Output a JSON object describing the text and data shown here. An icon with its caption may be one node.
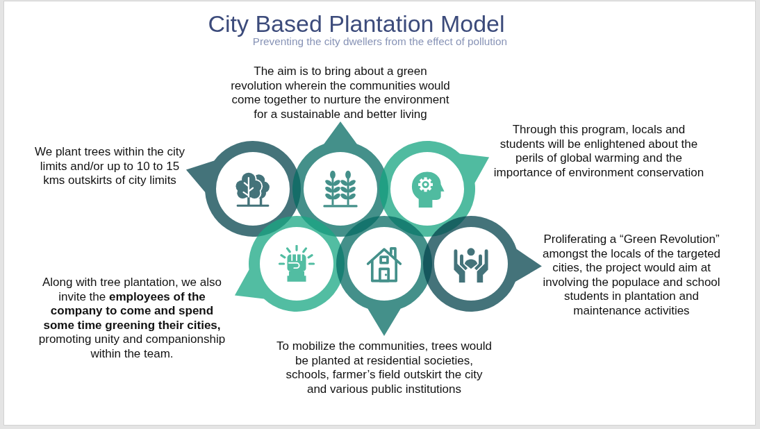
{
  "diagram": {
    "title": "City Based Plantation Model",
    "nodes": [
      {
        "text": [],
        "shape": "circle",
        "beside": [
          "We plant trees within the city limits and/or up to 10 to 15 kms outskirts of city limits"
        ]
      },
      {
        "text": [],
        "shape": "circle",
        "beside": [
          "The aim is to bring about a green revolution wherein the communities would come together to nurture the environment for a sustainable and better living"
        ]
      },
      {
        "text": [],
        "shape": "circle",
        "beside": [
          "Through this program, locals and students will be enlightened about the perils of global warming and the importance of environment conservation"
        ]
      },
      {
        "text": [],
        "shape": "circle",
        "beside": [
          "Along with tree plantation, we also invite the **employees of the company to come and spend some time greening their cities,** promoting unity and companionship within the team."
        ]
      },
      {
        "text": [],
        "shape": "circle",
        "beside": [
          "To mobilize the communities, trees would be planted at residential societies, schools, farmer’s field outskirt the city and various public institutions"
        ]
      },
      {
        "text": [],
        "shape": "circle",
        "beside": [
          "Proliferating a “Green Revolution” amongst the locals of the targeted cities, the project would aim at involving the populace and school students in plantation and maintenance activities"
        ]
      }
    ],
    "labels": [
      "Preventing the city dwellers from the effect of pollution"
    ]
  }
}
